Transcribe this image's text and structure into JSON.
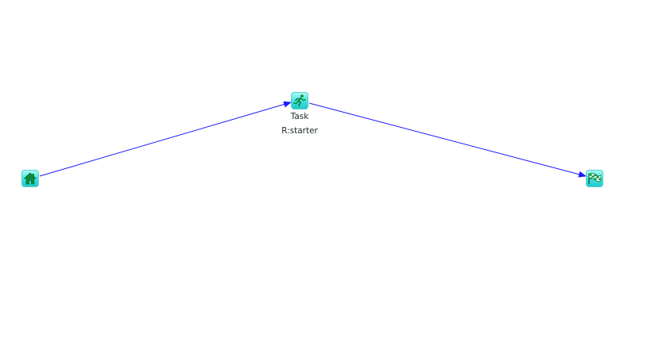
{
  "diagram": {
    "nodes": [
      {
        "id": "start",
        "kind": "start",
        "icon": "home-icon",
        "label": ""
      },
      {
        "id": "task",
        "kind": "task",
        "icon": "runner-icon",
        "name": "Task",
        "role": "R:starter"
      },
      {
        "id": "end",
        "kind": "end",
        "icon": "checkered-flag-icon",
        "label": ""
      }
    ],
    "edges": [
      {
        "from": "start",
        "to": "task"
      },
      {
        "from": "task",
        "to": "end"
      }
    ],
    "colors": {
      "edge": "#1a1aff",
      "node_fill": "#3fe1de",
      "icon_green": "#0a8a3a"
    }
  }
}
